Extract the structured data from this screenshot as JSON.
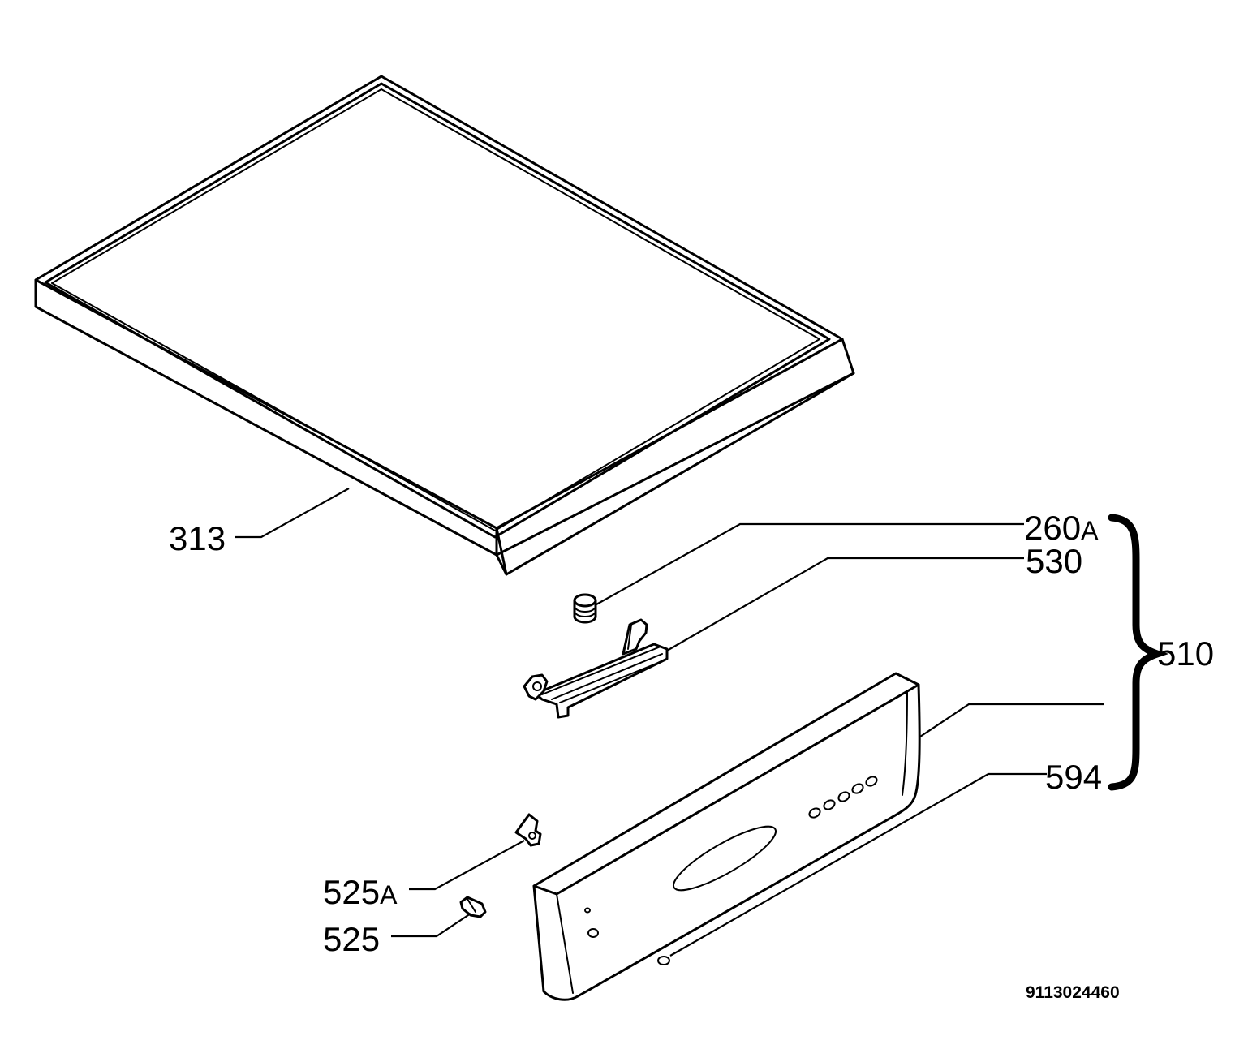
{
  "diagram": {
    "labels": {
      "lid": "313",
      "screw": "260",
      "screw_suffix": "A",
      "hinge": "530",
      "assembly": "510",
      "panel_line": "",
      "panel": "594",
      "knob_a": "525",
      "knob_a_suffix": "A",
      "knob": "525"
    },
    "document_id": "9113024460"
  }
}
